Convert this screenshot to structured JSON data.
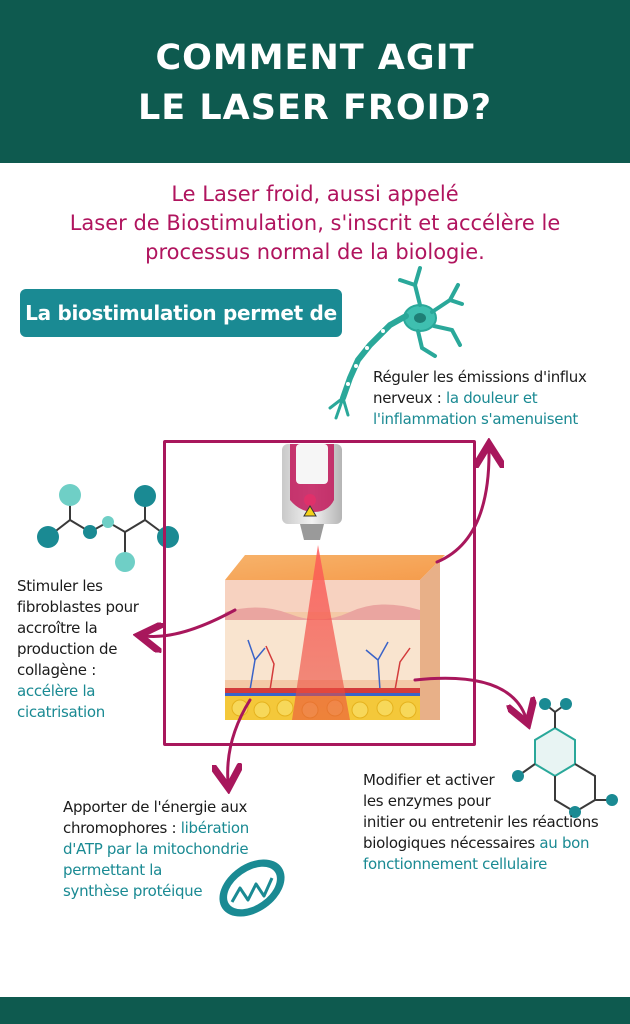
{
  "header": {
    "title_line1": "COMMENT AGIT",
    "title_line2": "LE LASER FROID?"
  },
  "intro": {
    "line1": "Le Laser froid, aussi appelé",
    "line2": "Laser de Biostimulation, s'inscrit et accélère le",
    "line3": "processus normal de la biologie."
  },
  "pill_label": "La biostimulation permet de :",
  "items": {
    "nerve": {
      "line1": "Réguler les émissions d'influx",
      "line2_plain": "nerveux : ",
      "line2_hl": "la douleur et",
      "line3_hl": "l'inflammation s'amenuisent"
    },
    "fibro": {
      "line1": "Stimuler les",
      "line2": "fibroblastes  pour",
      "line3": "accroître la",
      "line4": "production de",
      "line5": "collagène :",
      "line6_hl": "accélère la",
      "line7_hl": "cicatrisation"
    },
    "atp": {
      "line1": "Apporter de l'énergie aux",
      "line2_plain": "chromophores : ",
      "line2_hl": "libération",
      "line3_hl": "d'ATP par la mitochondrie",
      "line4_hl": "permettant la",
      "line5_hl": "synthèse protéique"
    },
    "enzymes": {
      "line1": "Modifier et activer",
      "line2": "les enzymes pour",
      "line3": "initier ou entretenir les réactions",
      "line4_plain": "biologiques nécessaires ",
      "line4_hl": "au bon",
      "line5_hl": "fonctionnement cellulaire"
    }
  },
  "colors": {
    "header_bg": "#0e5a4f",
    "accent_magenta": "#a8175c",
    "intro_text": "#b0145e",
    "teal": "#1a8a93",
    "light_teal": "#6fcfc6"
  },
  "icons": [
    "neuron-icon",
    "molecule-chain-icon",
    "mitochondria-icon",
    "molecule-ring-icon",
    "laser-device-icon",
    "skin-layers-icon"
  ]
}
